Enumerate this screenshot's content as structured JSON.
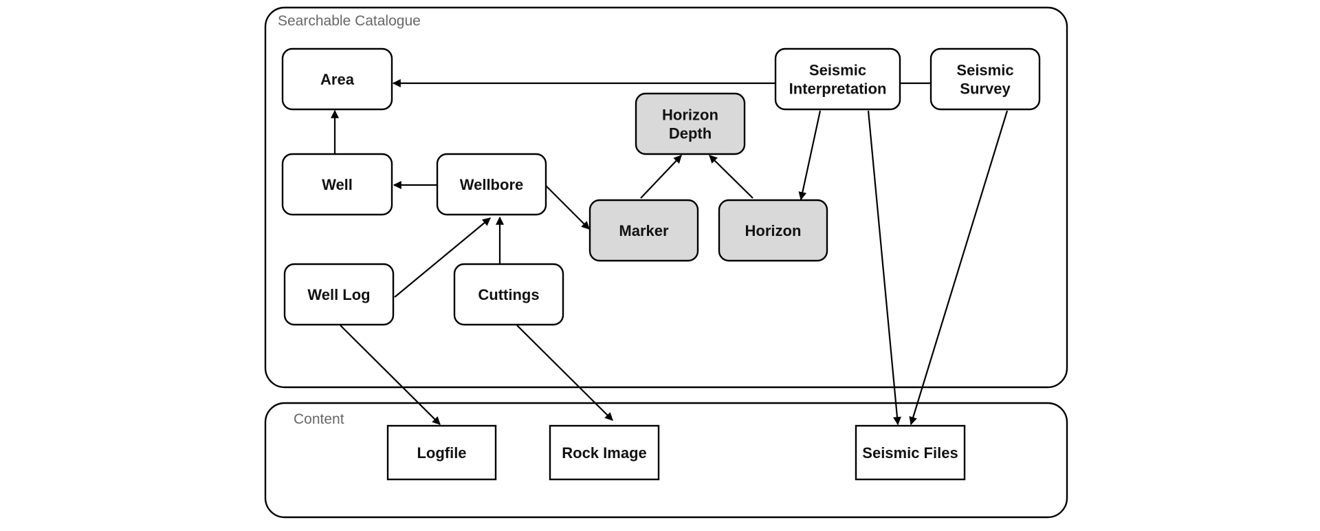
{
  "groups": {
    "catalogue": {
      "label": "Searchable Catalogue"
    },
    "content": {
      "label": "Content"
    }
  },
  "colors": {
    "node_fill": "#ffffff",
    "highlight_fill": "#d9d9d9",
    "stroke": "#000000",
    "group_label": "#666666"
  },
  "nodes": {
    "area": {
      "lines": [
        "Area"
      ],
      "highlight": false
    },
    "well": {
      "lines": [
        "Well"
      ],
      "highlight": false
    },
    "wellbore": {
      "lines": [
        "Wellbore"
      ],
      "highlight": false
    },
    "well_log": {
      "lines": [
        "Well Log"
      ],
      "highlight": false
    },
    "cuttings": {
      "lines": [
        "Cuttings"
      ],
      "highlight": false
    },
    "horizon_depth": {
      "lines": [
        "Horizon",
        "Depth"
      ],
      "highlight": true
    },
    "marker": {
      "lines": [
        "Marker"
      ],
      "highlight": true
    },
    "horizon": {
      "lines": [
        "Horizon"
      ],
      "highlight": true
    },
    "seismic_interpretation": {
      "lines": [
        "Seismic",
        "Interpretation"
      ],
      "highlight": false
    },
    "seismic_survey": {
      "lines": [
        "Seismic",
        "Survey"
      ],
      "highlight": false
    },
    "logfile": {
      "lines": [
        "Logfile"
      ],
      "highlight": false
    },
    "rock_image": {
      "lines": [
        "Rock Image"
      ],
      "highlight": false
    },
    "seismic_files": {
      "lines": [
        "Seismic Files"
      ],
      "highlight": false
    }
  },
  "edges": [
    {
      "from": "seismic_interpretation",
      "to": "area",
      "arrow": true
    },
    {
      "from": "seismic_interpretation",
      "to": "seismic_survey",
      "arrow": false
    },
    {
      "from": "well",
      "to": "area",
      "arrow": true
    },
    {
      "from": "wellbore",
      "to": "well",
      "arrow": true
    },
    {
      "from": "wellbore",
      "to": "marker",
      "arrow": true
    },
    {
      "from": "well_log",
      "to": "wellbore",
      "arrow": true
    },
    {
      "from": "cuttings",
      "to": "wellbore",
      "arrow": true
    },
    {
      "from": "marker",
      "to": "horizon_depth",
      "arrow": true
    },
    {
      "from": "horizon",
      "to": "horizon_depth",
      "arrow": true
    },
    {
      "from": "seismic_interpretation",
      "to": "horizon",
      "arrow": true
    },
    {
      "from": "seismic_interpretation",
      "to": "seismic_files",
      "arrow": true
    },
    {
      "from": "seismic_survey",
      "to": "seismic_files",
      "arrow": true
    },
    {
      "from": "well_log",
      "to": "logfile",
      "arrow": true
    },
    {
      "from": "cuttings",
      "to": "rock_image",
      "arrow": true
    }
  ]
}
